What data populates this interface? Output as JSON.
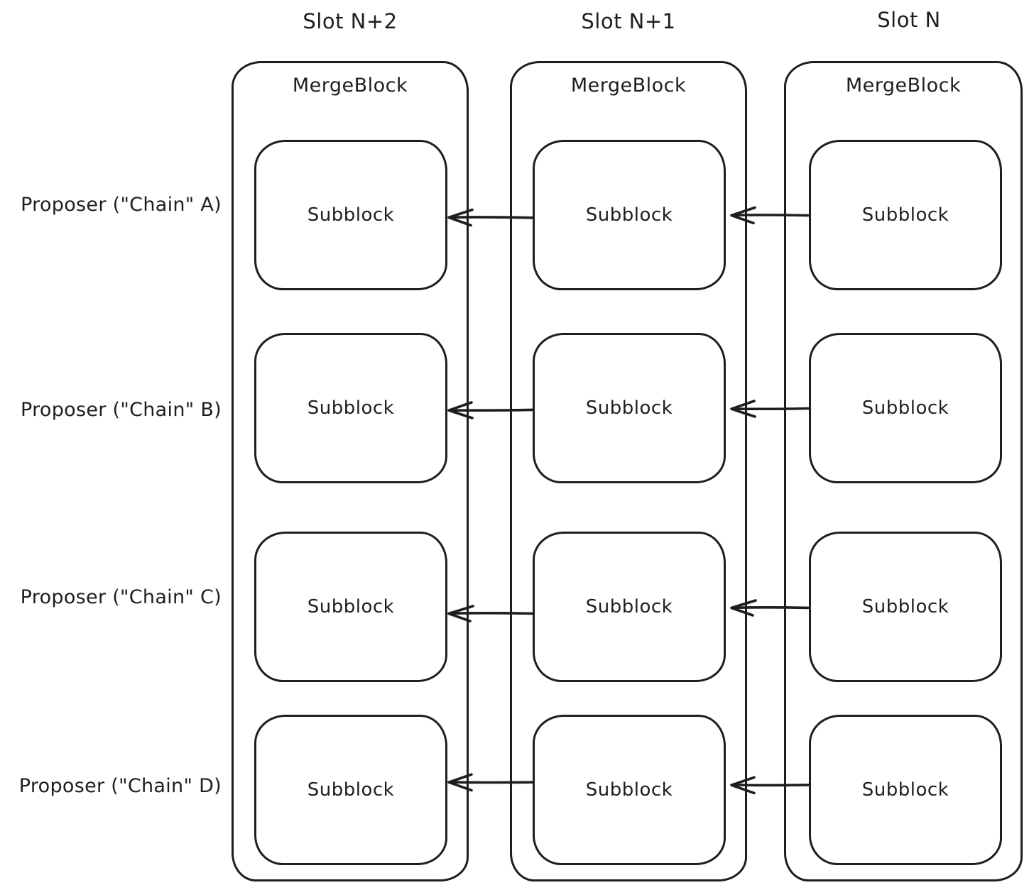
{
  "diagram": {
    "slots": [
      {
        "header": "Slot N+2",
        "block_label": "MergeBlock",
        "subblocks": [
          {
            "label": "Subblock"
          },
          {
            "label": "Subblock"
          },
          {
            "label": "Subblock"
          },
          {
            "label": "Subblock"
          }
        ]
      },
      {
        "header": "Slot N+1",
        "block_label": "MergeBlock",
        "subblocks": [
          {
            "label": "Subblock"
          },
          {
            "label": "Subblock"
          },
          {
            "label": "Subblock"
          },
          {
            "label": "Subblock"
          }
        ]
      },
      {
        "header": "Slot N",
        "block_label": "MergeBlock",
        "subblocks": [
          {
            "label": "Subblock"
          },
          {
            "label": "Subblock"
          },
          {
            "label": "Subblock"
          },
          {
            "label": "Subblock"
          }
        ]
      }
    ],
    "proposers": [
      {
        "label": "Proposer (\"Chain\" A)"
      },
      {
        "label": "Proposer (\"Chain\" B)"
      },
      {
        "label": "Proposer (\"Chain\" C)"
      },
      {
        "label": "Proposer (\"Chain\" D)"
      }
    ],
    "arrow_direction": "left",
    "colors": {
      "stroke": "#1e1e1e",
      "background": "#ffffff"
    }
  }
}
